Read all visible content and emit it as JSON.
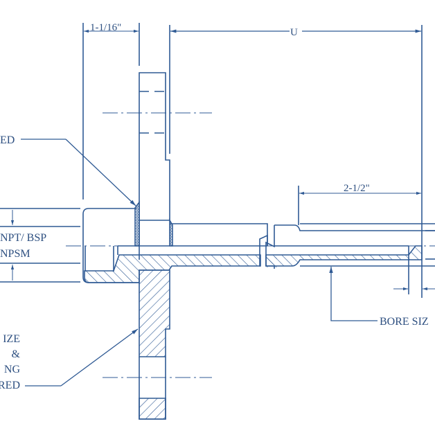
{
  "drawing": {
    "type": "engineering cross-section drawing",
    "line_color": "#2f5a94",
    "text_color": "#2d4f80",
    "background": "#ffffff"
  },
  "dimensions": {
    "flange_thickness": "1-1/16\"",
    "insertion_length": "U",
    "tip_length": "2-1/2\""
  },
  "callouts": {
    "weld_label": "ED",
    "thread_line1": "NPT/ BSP",
    "thread_line2": "NPSM",
    "flange_line1": "IZE",
    "flange_line2": "&",
    "flange_line3": "NG",
    "flange_line4": "RED",
    "bore_label": "BORE SIZ"
  },
  "chart_data": {
    "type": "diagram",
    "title": "",
    "annotations": [
      "1-1/16\"",
      "U",
      "2-1/2\"",
      "ED",
      "NPT/ BSP",
      "NPSM",
      "IZE",
      "&",
      "NG",
      "RED",
      "BORE SIZ"
    ]
  }
}
